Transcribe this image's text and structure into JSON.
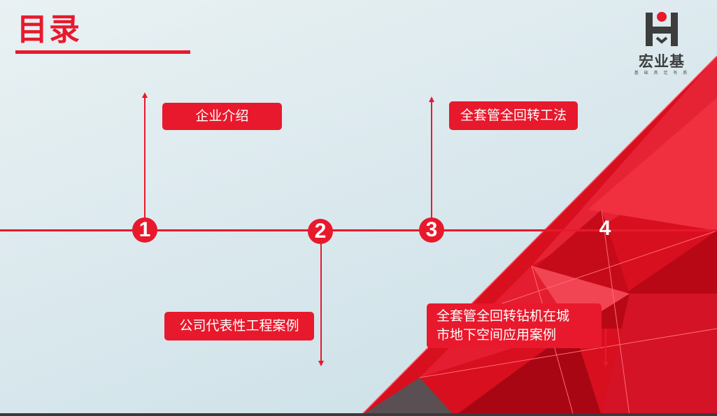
{
  "slide": {
    "title": "目录",
    "logo": {
      "name": "宏业基",
      "tagline": "基 础 具 足 有 质"
    },
    "markers": [
      "1",
      "2",
      "3",
      "4"
    ],
    "labels": {
      "item1": "企业介绍",
      "item2": "公司代表性工程案例",
      "item3": "全套管全回转工法",
      "item4_line1": "全套管全回转钻机在城",
      "item4_line2": "市地下空间应用案例"
    },
    "colors": {
      "accent": "#e8192c",
      "background": "#dbe9ee"
    }
  }
}
